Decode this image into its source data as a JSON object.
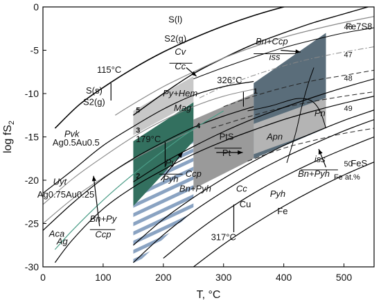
{
  "chart_data": {
    "type": "line",
    "xlabel": "T, °C",
    "ylabel": "log fS",
    "ylabel_sub": "2",
    "xlim": [
      0,
      550
    ],
    "ylim": [
      -30,
      0
    ],
    "xticks": [
      0,
      100,
      200,
      300,
      400,
      500
    ],
    "yticks": [
      0,
      -5,
      -10,
      -15,
      -20,
      -25,
      -30
    ],
    "xtick_labels": [
      "0",
      "100",
      "200",
      "300",
      "400",
      "500"
    ],
    "ytick_labels": [
      "0",
      "-5",
      "-10",
      "-15",
      "-20",
      "-25",
      "-30"
    ],
    "grid": false,
    "series": [
      {
        "color": "#000000",
        "style": "solid",
        "width": 1.6,
        "x": [
          20,
          60,
          100,
          150,
          200,
          250,
          300,
          350,
          400,
          450,
          500,
          550
        ],
        "y": [
          -14,
          -11.3,
          -9.3,
          -7.1,
          -5.2,
          -3.6,
          -2.2,
          -1.0,
          0,
          0.8,
          1.4,
          2.0
        ]
      },
      {
        "color": "#000000",
        "style": "solid",
        "width": 1.4,
        "x": [
          150,
          200,
          250,
          300,
          350,
          400,
          450,
          500,
          550
        ],
        "y": [
          -12.5,
          -10.0,
          -7.7,
          -5.9,
          -4.3,
          -3.0,
          -1.8,
          -0.8,
          0.2
        ]
      },
      {
        "color": "#888888",
        "style": "solid",
        "width": 1.2,
        "x": [
          120,
          150,
          200,
          250,
          300,
          350,
          400,
          450,
          500,
          550
        ],
        "y": [
          -12.5,
          -11.2,
          -9.2,
          -7.5,
          -5.9,
          -4.6,
          -3.5,
          -2.6,
          -1.8,
          -1.1
        ]
      },
      {
        "color": "#000000",
        "style": "solid",
        "width": 1.0,
        "x": [
          250,
          300,
          350,
          400,
          450,
          500,
          550
        ],
        "y": [
          -8.3,
          -7.0,
          -5.8,
          -4.7,
          -3.8,
          -3.0,
          -2.4
        ]
      },
      {
        "color": "#888888",
        "style": "dashdot",
        "width": 1.0,
        "x": [
          260,
          300,
          350,
          400,
          450,
          500,
          550
        ],
        "y": [
          -10.5,
          -9.2,
          -7.9,
          -6.8,
          -5.9,
          -5.2,
          -4.6
        ]
      },
      {
        "color": "#222222",
        "style": "dashed",
        "width": 1.0,
        "x": [
          300,
          350,
          400,
          450,
          500,
          550
        ],
        "y": [
          -11.5,
          -10.3,
          -9.3,
          -8.5,
          -7.9,
          -7.3
        ]
      },
      {
        "color": "#222222",
        "style": "dashed",
        "width": 1.0,
        "x": [
          280,
          350,
          400,
          450,
          500,
          550
        ],
        "y": [
          -14.0,
          -12.5,
          -11.6,
          -10.9,
          -10.3,
          -9.8
        ]
      },
      {
        "color": "#222222",
        "style": "dashed",
        "width": 1.0,
        "x": [
          340,
          400,
          450,
          500,
          550
        ],
        "y": [
          -17.8,
          -16.3,
          -15.4,
          -14.6,
          -14.0
        ]
      },
      {
        "color": "#000000",
        "style": "solid",
        "width": 1.2,
        "x": [
          0,
          50,
          100,
          150,
          200,
          250,
          300,
          350
        ],
        "y": [
          -21.5,
          -18.8,
          -16.0,
          -13.8,
          -11.8,
          -10.2,
          -9.2,
          -8.6
        ]
      },
      {
        "color": "#888888",
        "style": "solid",
        "width": 1.1,
        "x": [
          0,
          50,
          100,
          150,
          200,
          250,
          300,
          350
        ],
        "y": [
          -22.8,
          -19.8,
          -17.3,
          -15.0,
          -13.1,
          -11.5,
          -10.3,
          -9.5
        ]
      },
      {
        "color": "#888888",
        "style": "solid",
        "width": 1.1,
        "x": [
          0,
          50,
          100,
          150,
          200,
          250
        ],
        "y": [
          -25.0,
          -22.1,
          -19.7,
          -17.6,
          -15.8,
          -14.2
        ]
      },
      {
        "color": "#000000",
        "style": "solid",
        "width": 1.2,
        "x": [
          0,
          50,
          100,
          150,
          200,
          250,
          300,
          350
        ],
        "y": [
          -25.8,
          -22.6,
          -19.8,
          -17.5,
          -15.6,
          -13.9,
          -12.6,
          -11.5
        ]
      },
      {
        "color": "#4a9c86",
        "style": "solid",
        "width": 1.2,
        "x": [
          20,
          50,
          100,
          150,
          200,
          250,
          300
        ],
        "y": [
          -28.0,
          -25.7,
          -22.3,
          -19.3,
          -16.6,
          -14.1,
          -12.0
        ]
      },
      {
        "color": "#000000",
        "style": "solid",
        "width": 1.2,
        "x": [
          20,
          50,
          100,
          150,
          200,
          250,
          300,
          350,
          400,
          450,
          500,
          550
        ],
        "y": [
          -29.5,
          -26.8,
          -23.3,
          -20.8,
          -18.8,
          -17.0,
          -15.5,
          -14.2,
          -13.0,
          -12.0,
          -11.1,
          -10.3
        ]
      },
      {
        "color": "#000000",
        "style": "solid",
        "width": 1.2,
        "x": [
          150,
          200,
          250,
          300,
          350,
          400,
          450,
          500,
          550
        ],
        "y": [
          -27.5,
          -24.5,
          -22.0,
          -19.8,
          -17.8,
          -16.0,
          -14.5,
          -13.1,
          -11.9
        ]
      },
      {
        "color": "#000000",
        "style": "solid",
        "width": 1.2,
        "x": [
          150,
          200,
          250,
          300,
          350,
          400,
          450,
          500,
          550
        ],
        "y": [
          -29.5,
          -26.3,
          -23.6,
          -21.3,
          -19.2,
          -17.4,
          -15.8,
          -14.3,
          -13.0
        ]
      },
      {
        "color": "#000000",
        "style": "solid",
        "width": 1.2,
        "x": [
          200,
          250,
          300,
          350,
          400,
          450,
          500,
          550
        ],
        "y": [
          -29.0,
          -26.2,
          -23.7,
          -21.5,
          -19.6,
          -17.9,
          -16.4,
          -15.0
        ]
      },
      {
        "color": "#000000",
        "style": "solid",
        "width": 1.2,
        "x": [
          250,
          300,
          350,
          400,
          450,
          500,
          550
        ],
        "y": [
          -30.0,
          -27.4,
          -25.1,
          -23.0,
          -21.1,
          -19.4,
          -17.9
        ]
      },
      {
        "color": "#000000",
        "style": "solid",
        "width": 1.2,
        "x": [
          150,
          200,
          250,
          300,
          350,
          400,
          450,
          500,
          550
        ],
        "y": [
          -20.2,
          -18.0,
          -16.1,
          -14.4,
          -12.9,
          -11.6,
          -10.4,
          -9.3,
          -8.3
        ]
      },
      {
        "color": "#000000",
        "style": "solid",
        "width": 1.0,
        "x": [
          340,
          380,
          420,
          445,
          460,
          470
        ],
        "y": [
          -12.0,
          -11.4,
          -10.6,
          -10.8,
          -12.0,
          -14.0
        ]
      },
      {
        "color": "#000000",
        "style": "solid",
        "width": 1.0,
        "x": [
          450,
          440,
          430,
          420,
          405
        ],
        "y": [
          -7.0,
          -9.0,
          -11.5,
          -14.5,
          -18.0
        ]
      }
    ],
    "regions": [
      {
        "name": "teal",
        "color": "#33705f",
        "x": [
          150,
          250,
          250,
          150
        ],
        "y": [
          -23.0,
          -15.5,
          -11.0,
          -15.5
        ]
      },
      {
        "name": "light-gray",
        "color": "#c8c8c8",
        "x": [
          150,
          250,
          250,
          150
        ],
        "y": [
          -14.8,
          -11.0,
          -8.0,
          -12.0
        ]
      },
      {
        "name": "hatched",
        "color": "#8aa3c2",
        "x": [
          150,
          250,
          250,
          150
        ],
        "y": [
          -30.0,
          -23.5,
          -15.5,
          -23.0
        ]
      },
      {
        "name": "mid-gray",
        "color": "#9a9a9a",
        "x": [
          250,
          350,
          350,
          250
        ],
        "y": [
          -21.0,
          -17.5,
          -10.0,
          -13.0
        ]
      },
      {
        "name": "dark-slate",
        "color": "#5a6d7a",
        "x": [
          350,
          470,
          470,
          350
        ],
        "y": [
          -17.5,
          -14.0,
          -3.0,
          -8.8
        ]
      },
      {
        "name": "gray-strip",
        "color": "#b4b4b4",
        "x": [
          350,
          470,
          470,
          350
        ],
        "y": [
          -17.0,
          -14.0,
          -10.5,
          -13.5
        ]
      }
    ],
    "annotations": [
      {
        "text": "S(l)",
        "x": 220,
        "y": -1.8
      },
      {
        "text": "S2(g)",
        "x": 220,
        "y": -4.0
      },
      {
        "text": "S(s)",
        "x": 85,
        "y": -10.0
      },
      {
        "text": "S2(g)",
        "x": 85,
        "y": -11.3
      },
      {
        "text": "115°C",
        "x": 110,
        "y": -7.6
      },
      {
        "text": "Cv",
        "x": 228,
        "y": -5.5
      },
      {
        "text": "Cc",
        "x": 228,
        "y": -7.2
      },
      {
        "text": "Bn+Ccp",
        "x": 380,
        "y": -4.3
      },
      {
        "text": "iss",
        "x": 385,
        "y": -6.1
      },
      {
        "text": "326°C",
        "x": 310,
        "y": -8.8
      },
      {
        "text": "Py+Hem",
        "x": 228,
        "y": -10.3
      },
      {
        "text": "Mag",
        "x": 232,
        "y": -12.0
      },
      {
        "text": "179°C",
        "x": 175,
        "y": -15.6
      },
      {
        "text": "Pvk",
        "x": 48,
        "y": -15.0
      },
      {
        "text": "Ag0.5Au0.5",
        "x": 55,
        "y": -16.0
      },
      {
        "text": "Uyt",
        "x": 28,
        "y": -20.5
      },
      {
        "text": "Ag0.75Au0.25",
        "x": 38,
        "y": -22.0
      },
      {
        "text": "Py",
        "x": 212,
        "y": -18.3
      },
      {
        "text": "Pyh",
        "x": 212,
        "y": -20.2
      },
      {
        "text": "Ccp",
        "x": 250,
        "y": -19.6
      },
      {
        "text": "Bn+Pyh",
        "x": 253,
        "y": -21.3
      },
      {
        "text": "PtS",
        "x": 305,
        "y": -15.3
      },
      {
        "text": "Pt",
        "x": 305,
        "y": -17.2
      },
      {
        "text": "Apn",
        "x": 385,
        "y": -15.3
      },
      {
        "text": "Pn",
        "x": 460,
        "y": -12.6
      },
      {
        "text": "iss",
        "x": 460,
        "y": -17.9
      },
      {
        "text": "Bn+Pyh",
        "x": 450,
        "y": -19.6
      },
      {
        "text": "Cc",
        "x": 330,
        "y": -21.3
      },
      {
        "text": "Cu",
        "x": 336,
        "y": -23.1
      },
      {
        "text": "Pyh",
        "x": 390,
        "y": -21.9
      },
      {
        "text": "Fe",
        "x": 398,
        "y": -23.9
      },
      {
        "text": "317°C",
        "x": 300,
        "y": -26.9
      },
      {
        "text": "Bn+Py",
        "x": 100,
        "y": -24.8
      },
      {
        "text": "Ccp",
        "x": 100,
        "y": -26.6
      },
      {
        "text": "Aca",
        "x": 23,
        "y": -26.5
      },
      {
        "text": "Ag",
        "x": 32,
        "y": -27.4
      },
      {
        "text": "46",
        "x": 507,
        "y": -2.6
      },
      {
        "text": "Fe7S8",
        "x": 525,
        "y": -2.6
      },
      {
        "text": "47",
        "x": 507,
        "y": -5.8
      },
      {
        "text": "48",
        "x": 507,
        "y": -8.5
      },
      {
        "text": "49",
        "x": 507,
        "y": -12.0
      },
      {
        "text": "50",
        "x": 507,
        "y": -18.4
      },
      {
        "text": "FeS",
        "x": 525,
        "y": -18.4
      },
      {
        "text": "Fe at.%",
        "x": 505,
        "y": -19.9
      },
      {
        "text": "1",
        "x": 353,
        "y": -10.0
      },
      {
        "text": "2",
        "x": 158,
        "y": -19.8
      },
      {
        "text": "3",
        "x": 158,
        "y": -14.5
      },
      {
        "text": "4",
        "x": 258,
        "y": -14.0
      },
      {
        "text": "5",
        "x": 158,
        "y": -12.2
      }
    ]
  }
}
